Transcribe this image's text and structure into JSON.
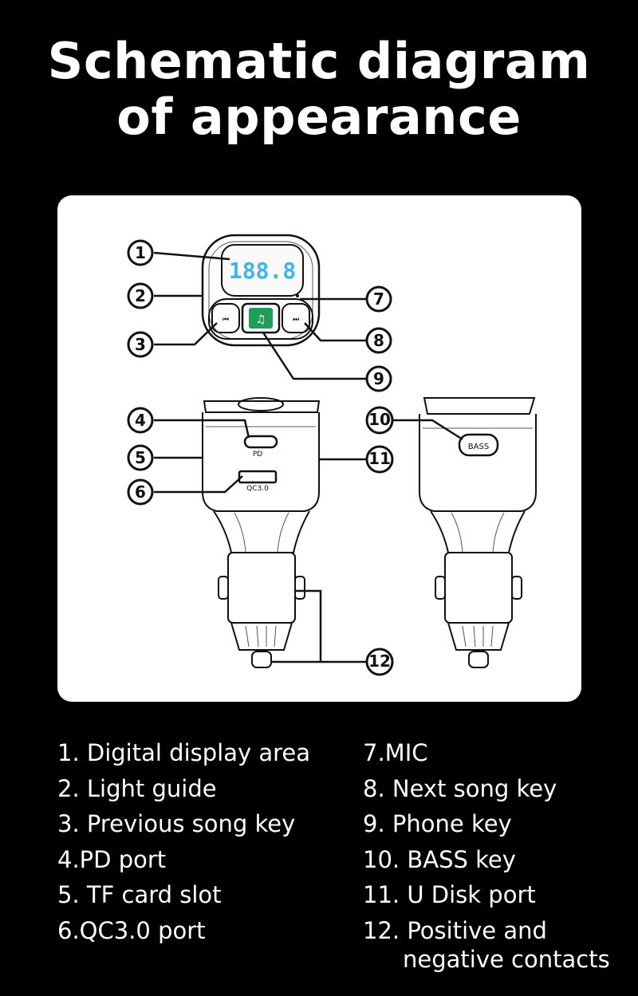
{
  "title": {
    "line1": "Schematic diagram",
    "line2": "of appearance"
  },
  "diagram": {
    "display_reading": "188.8",
    "port_labels": {
      "pd": "PD",
      "qc": "QC3.0",
      "bass": "BASS"
    },
    "callouts": [
      "1",
      "2",
      "3",
      "4",
      "5",
      "6",
      "7",
      "8",
      "9",
      "10",
      "11",
      "12"
    ],
    "accent_display": "#3fb6ea",
    "accent_phone": "#1f9e5a"
  },
  "legend": {
    "left": [
      "1. Digital display area",
      "2. Light guide",
      "3. Previous song key",
      "4.PD port",
      "5. TF card slot",
      "6.QC3.0 port"
    ],
    "right": [
      "7.MIC",
      "8. Next song key",
      "9. Phone key",
      "10. BASS key",
      "11. U Disk port",
      "12. Positive and"
    ],
    "right_continuation": "negative contacts"
  }
}
